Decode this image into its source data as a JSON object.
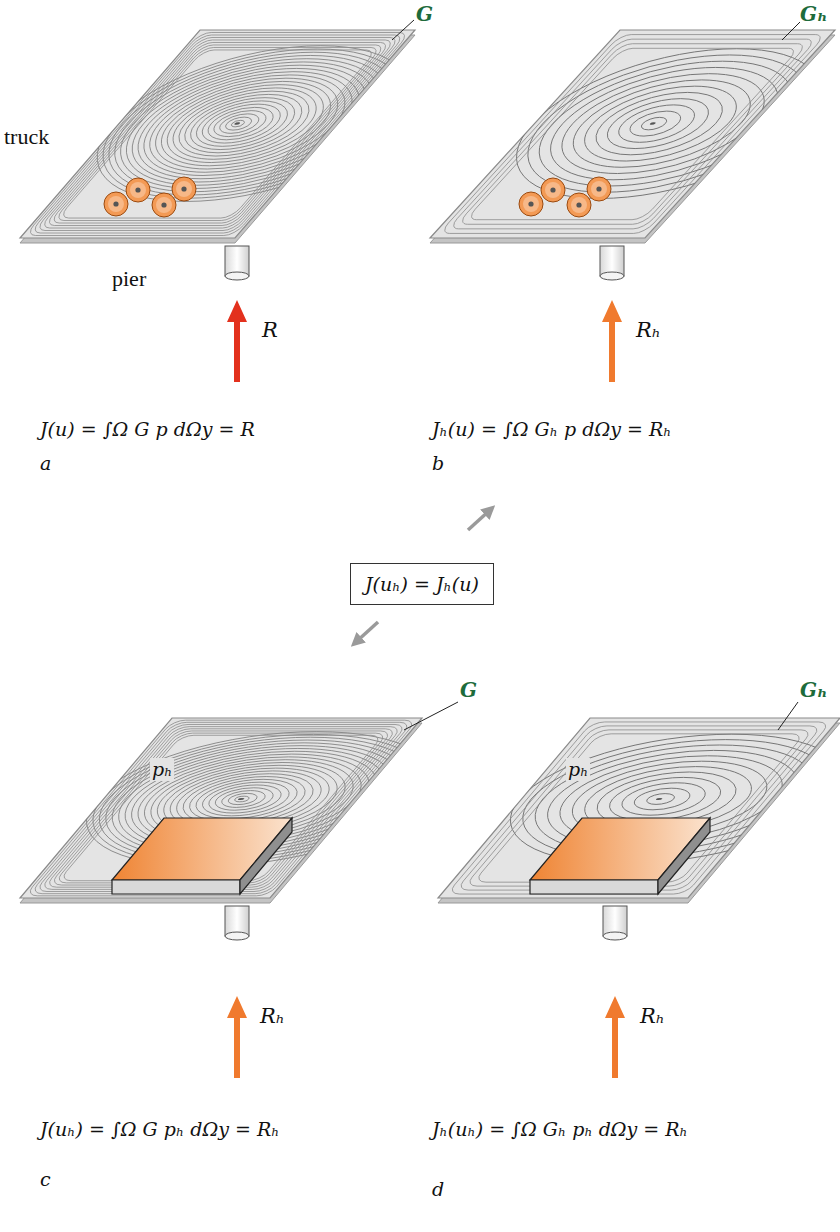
{
  "diagram": {
    "nodes": [
      {
        "text": [
          "J(uₕ) = Jₕ(u)"
        ]
      }
    ],
    "labels": [
      "G",
      "Gₕ",
      "truck",
      "pier",
      "R",
      "Rₕ",
      "J(u) = ∫Ω G p dΩy = R",
      "a",
      "Jₕ(u) = ∫Ω Gₕ p dΩy = Rₕ",
      "b",
      "G",
      "Gₕ",
      "pₕ",
      "pₕ",
      "Rₕ",
      "Rₕ",
      "J(uₕ) = ∫Ω G pₕ dΩy = Rₕ",
      "Jₕ(uₕ) = ∫Ω Gₕ pₕ dΩy = Rₕ",
      "c",
      "d"
    ]
  }
}
